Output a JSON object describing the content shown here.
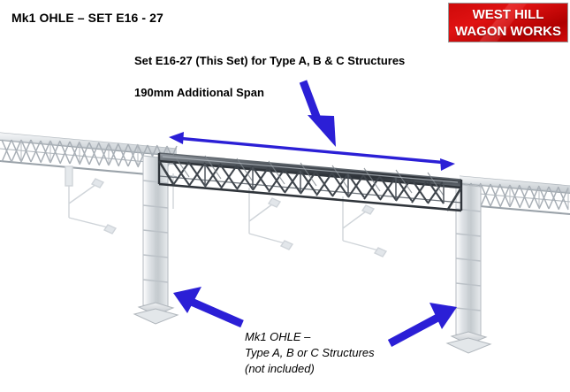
{
  "page": {
    "title": "Mk1 OHLE – SET E16 - 27",
    "background_color": "#ffffff"
  },
  "logo": {
    "line1": "WEST HILL",
    "line2": "WAGON WORKS",
    "background_color": "#d10b0b",
    "text_color": "#ffffff"
  },
  "annotations": {
    "set_label": "Set E16-27 (This Set) for Type A, B & C Structures",
    "span_label": "190mm Additional Span",
    "caption_line1": "Mk1 OHLE –",
    "caption_line2": "Type A, B or C Structures",
    "caption_line3": "(not included)",
    "arrow_color": "#2b1fd6"
  },
  "diagram": {
    "type": "3d-cad-render",
    "subject": "Mk1 OHLE lattice gantry with highlighted span section",
    "highlighted_section_color": "#3a3f45",
    "structure_color": "#c9ced4",
    "parts": [
      {
        "name": "left-truss-span",
        "state": "not-included"
      },
      {
        "name": "highlighted-truss-span",
        "state": "this-set"
      },
      {
        "name": "right-truss-span",
        "state": "not-included"
      },
      {
        "name": "left-mast",
        "state": "not-included"
      },
      {
        "name": "right-mast",
        "state": "not-included"
      },
      {
        "name": "registration-arms",
        "state": "not-included"
      }
    ]
  }
}
